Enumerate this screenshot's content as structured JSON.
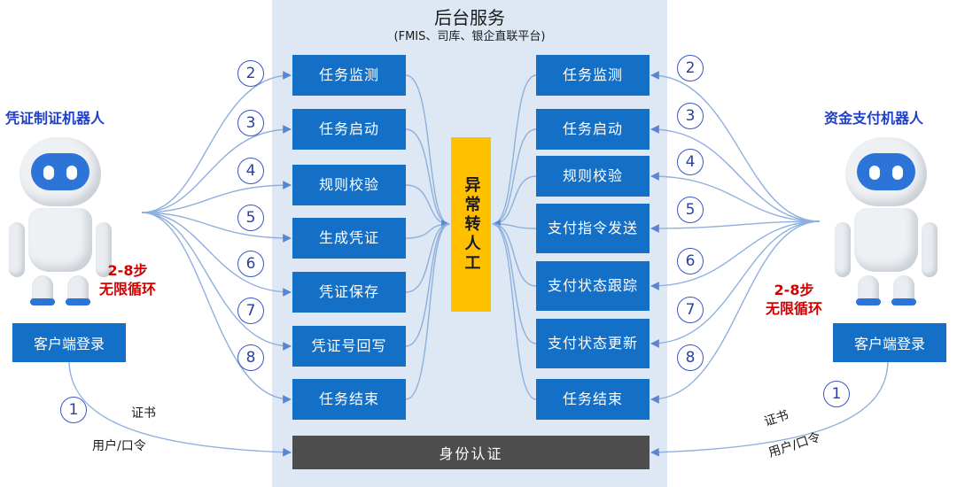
{
  "header": {
    "title": "后台服务",
    "subtitle": "(FMIS、司库、银企直联平台)"
  },
  "left": {
    "robot_title": "凭证制证机器人",
    "loop_steps": "2-8步",
    "loop_text": "无限循环",
    "login": "客户端登录",
    "steps": [
      {
        "num": "2",
        "label": "任务监测"
      },
      {
        "num": "3",
        "label": "任务启动"
      },
      {
        "num": "4",
        "label": "规则校验"
      },
      {
        "num": "5",
        "label": "生成凭证"
      },
      {
        "num": "6",
        "label": "凭证保存"
      },
      {
        "num": "7",
        "label": "凭证号回写"
      },
      {
        "num": "8",
        "label": "任务结束"
      }
    ],
    "cred_num": "1",
    "cred_cert": "证书",
    "cred_pass": "用户/口令"
  },
  "right": {
    "robot_title": "资金支付机器人",
    "loop_steps": "2-8步",
    "loop_text": "无限循环",
    "login": "客户端登录",
    "steps": [
      {
        "num": "2",
        "label": "任务监测"
      },
      {
        "num": "3",
        "label": "任务启动"
      },
      {
        "num": "4",
        "label": "规则校验"
      },
      {
        "num": "5",
        "label": "支付指令发送"
      },
      {
        "num": "6",
        "label": "支付状态跟踪"
      },
      {
        "num": "7",
        "label": "支付状态更新"
      },
      {
        "num": "8",
        "label": "任务结束"
      }
    ],
    "cred_num": "1",
    "cred_cert": "证书",
    "cred_pass": "用户/口令"
  },
  "center": {
    "exception": "异常转人工",
    "auth": "身份认证"
  },
  "colors": {
    "panel": "#dde8f4",
    "step_box": "#1470c7",
    "exception": "#ffc000",
    "auth": "#4d4d4d",
    "robot_title": "#1f3fc9",
    "loop": "#d40000",
    "wire": "#8fb0de"
  }
}
